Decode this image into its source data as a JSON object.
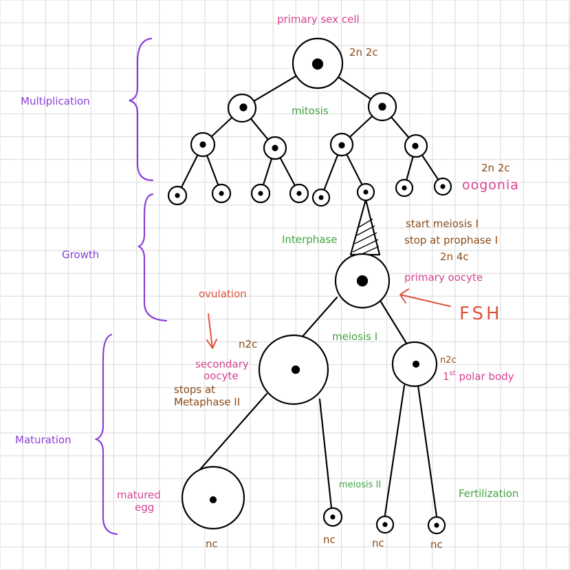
{
  "colors": {
    "grid": "#d9d9d9",
    "ink": "#000000",
    "purple": "#8a3fd6",
    "pink": "#d7418f",
    "green": "#3fa33f",
    "brown": "#8a4a16",
    "red": "#e0523c"
  },
  "labels": {
    "primary_sex_cell": "primary sex cell",
    "ploidy_primary": "2n 2c",
    "mitosis": "mitosis",
    "ploidy_oogonia": "2n 2c",
    "oogonia": "oogonia",
    "multiplication": "Multiplication",
    "growth": "Growth",
    "maturation": "Maturation",
    "interphase": "Interphase",
    "start_meiosis": "start meiosis I",
    "stop_prophase": "stop at prophase I",
    "ploidy_primary_oocyte": "2n 4c",
    "primary_oocyte": "primary oocyte",
    "fsh": "FSH",
    "ovulation": "ovulation",
    "meiosis_one": "meiosis I",
    "ploidy_secondary": "n2c",
    "secondary_oocyte_1": "secondary",
    "secondary_oocyte_2": "oocyte",
    "stops_at": "stops at",
    "metaphase": "Metaphase II",
    "ploidy_polar": "n2c",
    "polar_body_num": "1",
    "polar_body_sup": "st",
    "polar_body_text": " polar body",
    "matured_1": "matured",
    "matured_2": "egg",
    "meiosis_two": "meiosis II",
    "fertilization": "Fertilization",
    "nc_1": "nc",
    "nc_2": "nc",
    "nc_3": "nc",
    "nc_4": "nc"
  }
}
